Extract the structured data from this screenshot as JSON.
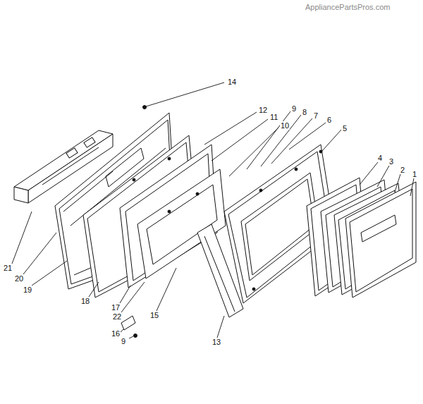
{
  "diagram": {
    "labels": [
      "AppliancePartsPros.com",
      "14",
      "12",
      "11",
      "10",
      "9",
      "8",
      "7",
      "6",
      "5",
      "4",
      "3",
      "2",
      "1",
      "21",
      "20",
      "19",
      "18",
      "17",
      "22",
      "16",
      "9",
      "15",
      "13"
    ]
  }
}
